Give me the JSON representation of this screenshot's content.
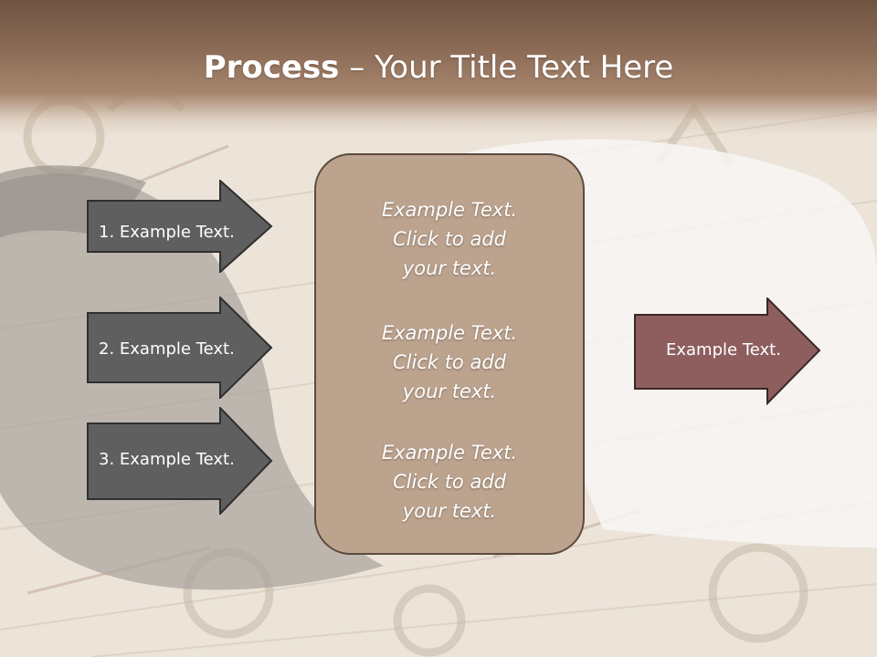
{
  "title": {
    "bold": "Process",
    "rest": " – Your Title Text Here"
  },
  "steps": [
    {
      "label": "1. Example Text."
    },
    {
      "label": "2. Example Text."
    },
    {
      "label": "3. Example Text."
    }
  ],
  "center": {
    "paragraphs": [
      {
        "line1": "Example Text.",
        "line2": "Click  to add",
        "line3": "your text."
      },
      {
        "line1": "Example Text.",
        "line2": "Click  to add",
        "line3": "your text."
      },
      {
        "line1": "Example Text.",
        "line2": "Click  to add",
        "line3": "your text."
      }
    ]
  },
  "output": {
    "label": "Example Text."
  },
  "colors": {
    "step_fill": "#5f5f5f",
    "output_fill": "#8e5e5e",
    "center_fill": "#bca38e",
    "title_band": "#6f5442"
  }
}
